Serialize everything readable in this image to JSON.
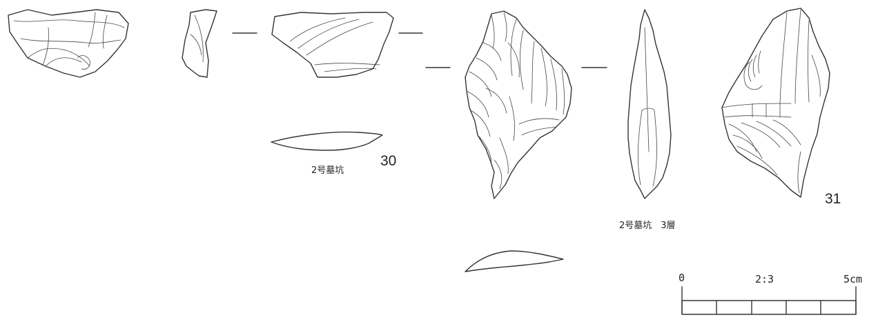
{
  "artifacts": [
    {
      "number": "30",
      "caption": "2号墓坑"
    },
    {
      "number": "31",
      "caption": "2号墓坑　3層"
    }
  ],
  "scale": {
    "ratio": "2:3",
    "start": "0",
    "end": "5cm",
    "divisions": 5
  }
}
